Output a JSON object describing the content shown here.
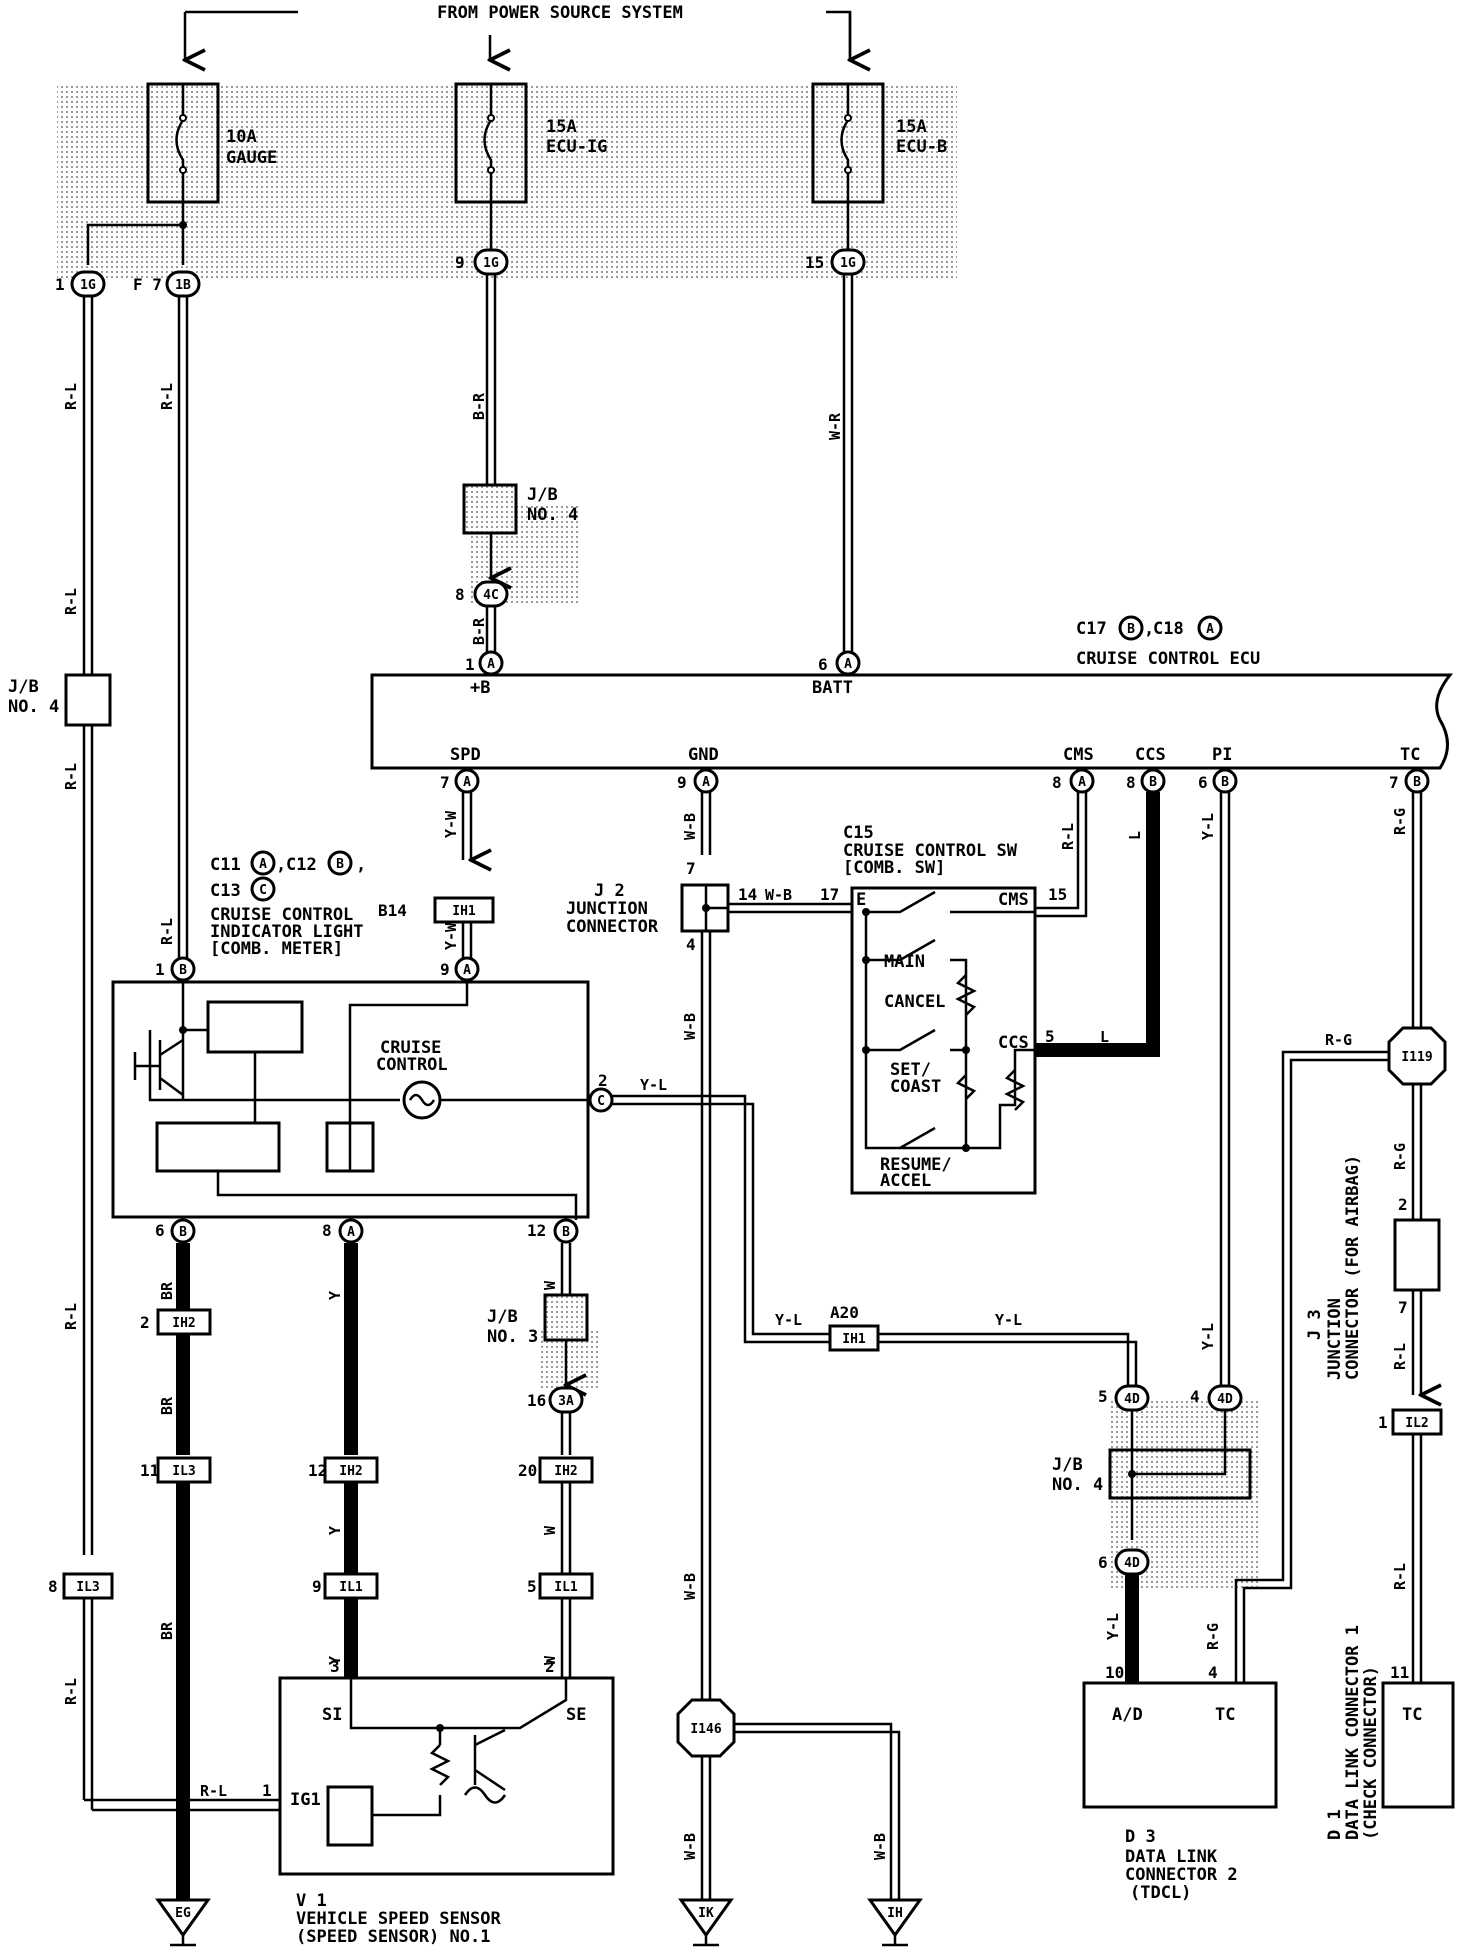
{
  "header": {
    "source": "FROM POWER SOURCE SYSTEM"
  },
  "fuses": [
    {
      "amp": "10A",
      "name": "GAUGE"
    },
    {
      "amp": "15A",
      "name": "ECU-IG"
    },
    {
      "amp": "15A",
      "name": "ECU-B"
    }
  ],
  "connectors_top": [
    {
      "pin": "1",
      "id": "1G"
    },
    {
      "pin": "F 7",
      "id": "1B"
    },
    {
      "pin": "9",
      "id": "1G"
    },
    {
      "pin": "15",
      "id": "1G"
    }
  ],
  "wires": {
    "rl": "R-L",
    "br_top": "B-R",
    "wr": "W-R",
    "yw": "Y-W",
    "wb": "W-B",
    "l": "L",
    "yl": "Y-L",
    "rg": "R-G",
    "br": "BR",
    "y": "Y",
    "w": "W"
  },
  "jb": {
    "name": "J/B",
    "no4": "NO. 4",
    "no3": "NO. 3"
  },
  "ecu": {
    "title": "CRUISE CONTROL ECU",
    "ref": "C17",
    "ref_b": "B",
    "ref2": "C18",
    "ref2_a": "A",
    "terminals": {
      "b": "+B",
      "batt": "BATT",
      "spd": "SPD",
      "gnd": "GND",
      "cms": "CMS",
      "ccs": "CCS",
      "pi": "PI",
      "tc": "TC"
    }
  },
  "indicator": {
    "ref_line1": "C11",
    "ref_line1b": "C12",
    "ref_line2": "C13",
    "a": "A",
    "b": "B",
    "c": "C",
    "line1": "CRUISE CONTROL",
    "line2": "INDICATOR LIGHT",
    "line3": "[COMB. METER]",
    "lamp1": "CRUISE",
    "lamp2": "CONTROL"
  },
  "switch": {
    "ref": "C15",
    "line1": "CRUISE CONTROL SW",
    "line2": "[COMB. SW]",
    "e": "E",
    "cms": "CMS",
    "ccs": "CCS",
    "main": "MAIN",
    "cancel": "CANCEL",
    "set1": "SET/",
    "set2": "COAST",
    "res1": "RESUME/",
    "res2": "ACCEL"
  },
  "j2": {
    "id": "J 2",
    "line1": "JUNCTION",
    "line2": "CONNECTOR"
  },
  "j3": {
    "id": "J 3",
    "line1": "JUNCTION",
    "line2": "CONNECTOR (FOR AIRBAG)"
  },
  "sensor": {
    "id": "V 1",
    "line1": "VEHICLE SPEED SENSOR",
    "line2": "(SPEED SENSOR) NO.1",
    "si": "SI",
    "se": "SE",
    "ig1": "IG1"
  },
  "dlc2": {
    "id": "D 3",
    "line1": "DATA LINK",
    "line2": "CONNECTOR 2",
    "line3": "(TDCL)",
    "ad": "A/D",
    "tc": "TC"
  },
  "dlc1": {
    "id": "D 1",
    "line1": "DATA LINK CONNECTOR 1",
    "line2": "(CHECK CONNECTOR)",
    "tc": "TC"
  },
  "grounds": [
    "EG",
    "IK",
    "IH"
  ],
  "inline": {
    "ih1": "IH1",
    "ih2": "IH2",
    "il1": "IL1",
    "il2": "IL2",
    "il3": "IL3",
    "i119": "I119",
    "i146": "I146",
    "c4": "4C",
    "a3": "3A",
    "d4": "4D",
    "b14": "B14",
    "a20": "A20"
  },
  "pins": {
    "p1": "1",
    "p2": "2",
    "p3": "3",
    "p4": "4",
    "p5": "5",
    "p6": "6",
    "p7": "7",
    "p8": "8",
    "p9": "9",
    "p10": "10",
    "p11": "11",
    "p12": "12",
    "p14": "14",
    "p15": "15",
    "p16": "16",
    "p17": "17",
    "p20": "20",
    "wb14": "W-B"
  }
}
